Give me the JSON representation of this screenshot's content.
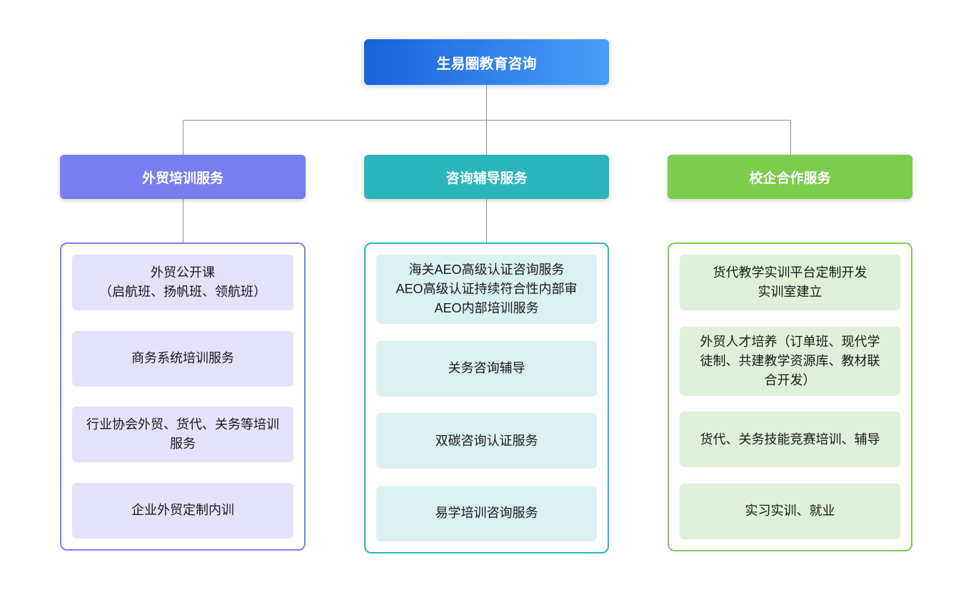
{
  "root": {
    "label": "生易圈教育咨询",
    "gradient_from": "#1a62dc",
    "gradient_to": "#4a9df8"
  },
  "connector_color": "#8c9196",
  "branches": [
    {
      "label": "外贸培训服务",
      "color": "#7a7df0",
      "item_bg": "#e4e2f8",
      "items": [
        "外贸公开课\n（启航班、扬帆班、领航班）",
        "商务系统培训服务",
        "行业协会外贸、货代、关务等培训服务",
        "企业外贸定制内训"
      ]
    },
    {
      "label": "咨询辅导服务",
      "color": "#2ab5bd",
      "item_bg": "#dcf0f2",
      "items": [
        "海关AEO高级认证咨询服务\nAEO高级认证持续符合性内部审\nAEO内部培训服务",
        "关务咨询辅导",
        "双碳咨询认证服务",
        "易学培训咨询服务"
      ]
    },
    {
      "label": "校企合作服务",
      "color": "#7ccc4e",
      "item_bg": "#def0da",
      "items": [
        "货代教学实训平台定制开发\n实训室建立",
        "外贸人才培养（订单班、现代学徒制、共建教学资源库、教材联合开发）",
        "货代、关务技能竞赛培训、辅导",
        "实习实训、就业"
      ]
    }
  ]
}
